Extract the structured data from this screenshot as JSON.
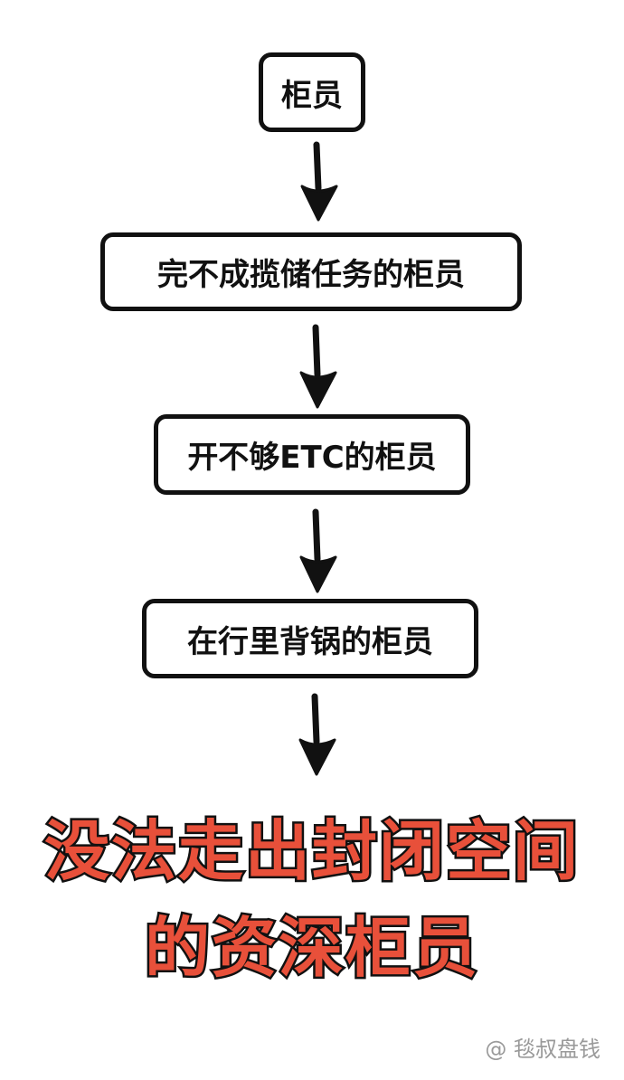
{
  "flow": {
    "nodes": [
      {
        "label": "柜员"
      },
      {
        "label": "完不成揽储任务的柜员"
      },
      {
        "label": "开不够ETC的柜员"
      },
      {
        "label": "在行里背锅的柜员"
      }
    ],
    "conclusion": {
      "line1": "没法走出封闭空间",
      "line2": "的资深柜员"
    }
  },
  "watermark": "@ 毯叔盘钱",
  "colors": {
    "stroke": "#111111",
    "highlight": "#e8503a",
    "watermark": "#9a9a9a"
  },
  "icons": {
    "arrow": "down-arrow-icon"
  }
}
